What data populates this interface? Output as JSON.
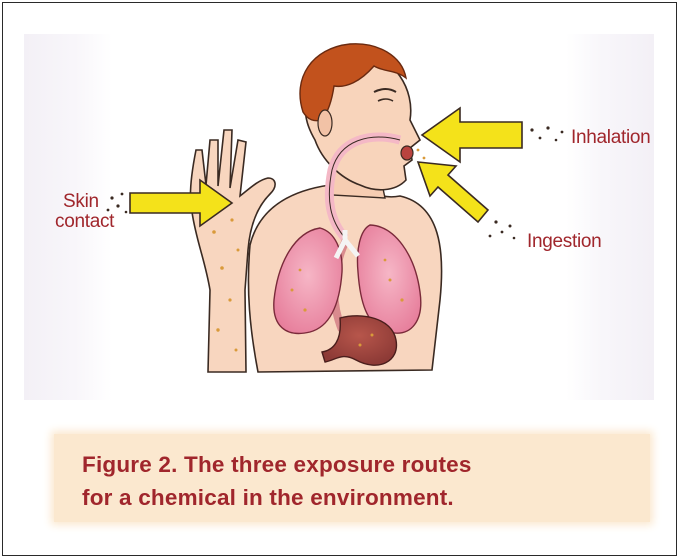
{
  "labels": {
    "skin_contact_line1": "Skin",
    "skin_contact_line2": "contact",
    "inhalation": "Inhalation",
    "ingestion": "Ingestion"
  },
  "caption": {
    "line1": "Figure 2. The three exposure routes",
    "line2": "for a chemical in the environment."
  },
  "colors": {
    "label_red": "#a0262c",
    "arrow_yellow": "#f4e21a",
    "lung_pink": "#ee8fa8",
    "stomach": "#a54741",
    "hair": "#c2521d",
    "skin": "#f7d2b8",
    "caption_bg": "#fbe8cf"
  }
}
